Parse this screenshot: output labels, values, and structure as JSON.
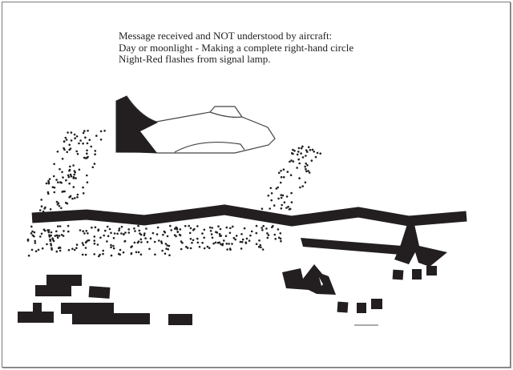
{
  "caption": {
    "lines": [
      "Message received and NOT understood by aircraft:",
      "Day or moonlight - Making a complete right-hand circle",
      "Night-Red flashes from signal lamp."
    ]
  },
  "illustration": {
    "subject": "aircraft-flying-over-ground-signal-pattern",
    "colors": {
      "ink": "#231f20",
      "background": "#ffffff",
      "border": "#7a7a7a"
    }
  }
}
